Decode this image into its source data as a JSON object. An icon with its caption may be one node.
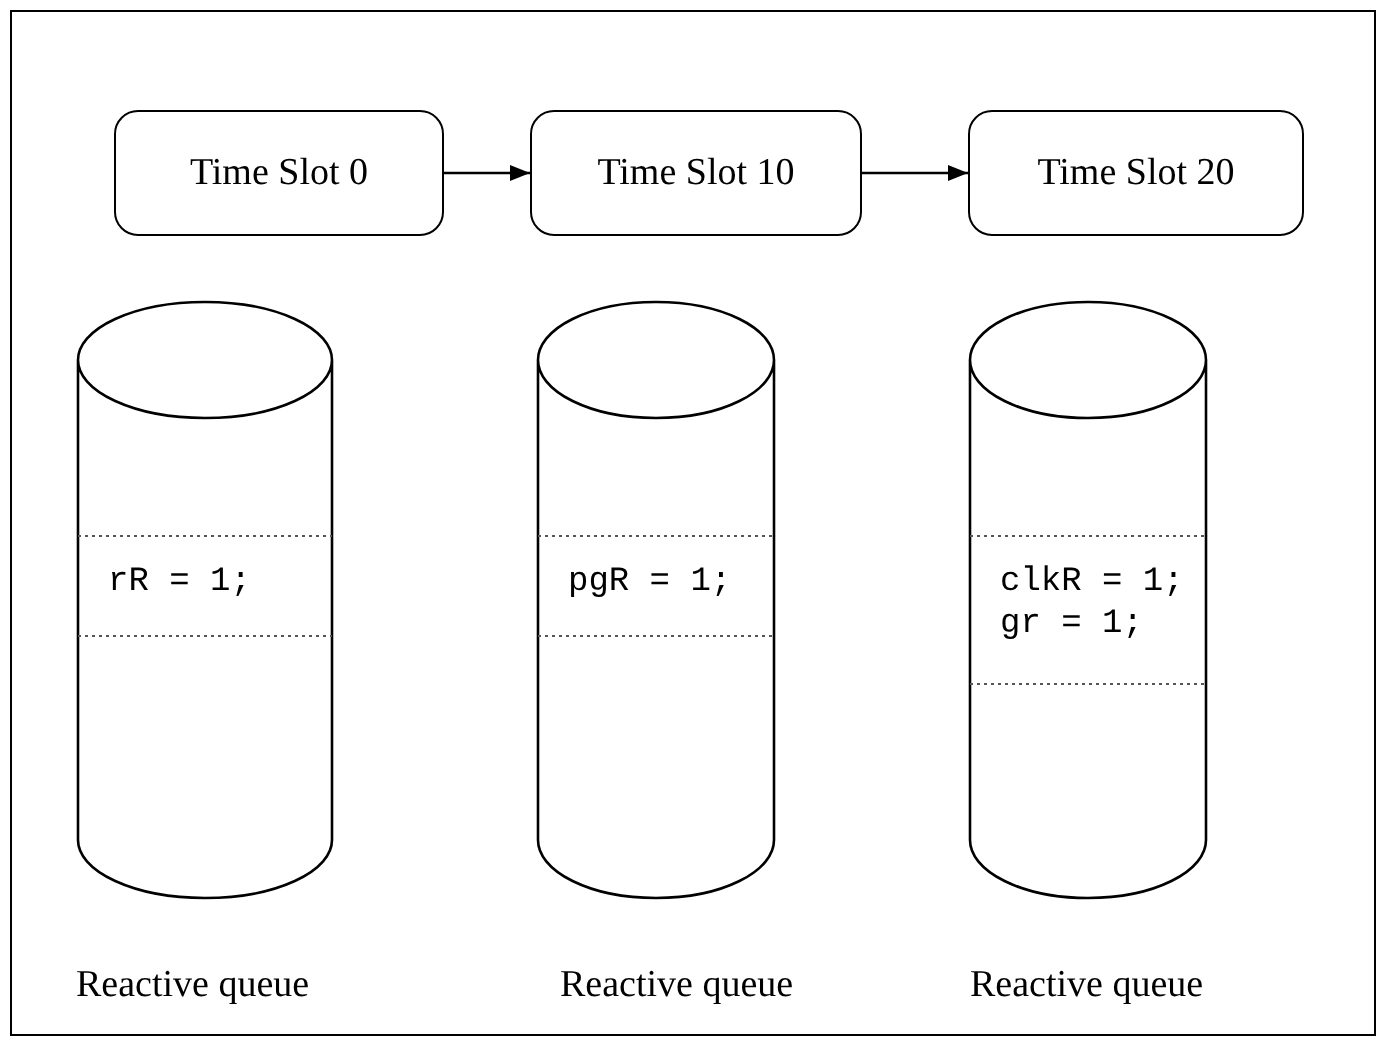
{
  "diagram": {
    "nodes": [
      {
        "text": [
          "Time Slot 0"
        ]
      },
      {
        "text": [
          "Time Slot 10"
        ]
      },
      {
        "text": [
          "Time Slot 20"
        ]
      },
      {
        "text": [
          "rR = 1;"
        ],
        "beside": [
          "Reactive queue"
        ]
      },
      {
        "text": [
          "pgR = 1;"
        ],
        "beside": [
          "Reactive queue"
        ]
      },
      {
        "text": [
          "clkR = 1; gr = 1;"
        ],
        "beside": [
          "Reactive queue"
        ]
      }
    ],
    "edges": [
      {
        "from": 0,
        "to": 1,
        "arrow": "to"
      },
      {
        "from": 1,
        "to": 2,
        "arrow": "to"
      }
    ]
  }
}
